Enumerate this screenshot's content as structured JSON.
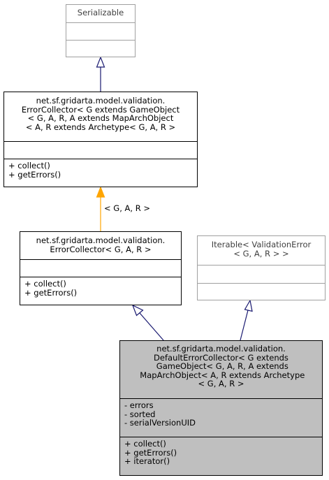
{
  "classes": {
    "serializable": {
      "title_lines": [
        "Serializable"
      ],
      "attributes": [],
      "methods": []
    },
    "error_collector_generic": {
      "title_lines": [
        "net.sf.gridarta.model.validation.",
        "ErrorCollector< G extends GameObject",
        "< G, A, R, A extends MapArchObject",
        "< A, R extends Archetype< G, A, R >"
      ],
      "attributes": [],
      "methods": [
        "+ collect()",
        "+ getErrors()"
      ]
    },
    "error_collector": {
      "title_lines": [
        "net.sf.gridarta.model.validation.",
        "ErrorCollector< G, A, R >"
      ],
      "attributes": [],
      "methods": [
        "+ collect()",
        "+ getErrors()"
      ]
    },
    "iterable": {
      "title_lines": [
        "Iterable< ValidationError",
        "< G, A, R > >"
      ],
      "attributes": [],
      "methods": []
    },
    "default_error_collector": {
      "title_lines": [
        "net.sf.gridarta.model.validation.",
        "DefaultErrorCollector< G extends",
        " GameObject< G, A, R, A extends",
        " MapArchObject< A, R extends Archetype",
        "< G, A, R >"
      ],
      "attributes": [
        "- errors",
        "- sorted",
        "- serialVersionUID"
      ],
      "methods": [
        "+ collect()",
        "+ getErrors()",
        "+ iterator()"
      ]
    }
  },
  "edges": {
    "template_label": "< G, A, R >",
    "colors": {
      "inheritance": "#191970",
      "template": "#ffa500",
      "border_grey": "#a0a0a0",
      "highlight_fill": "#bfbfbf"
    }
  }
}
